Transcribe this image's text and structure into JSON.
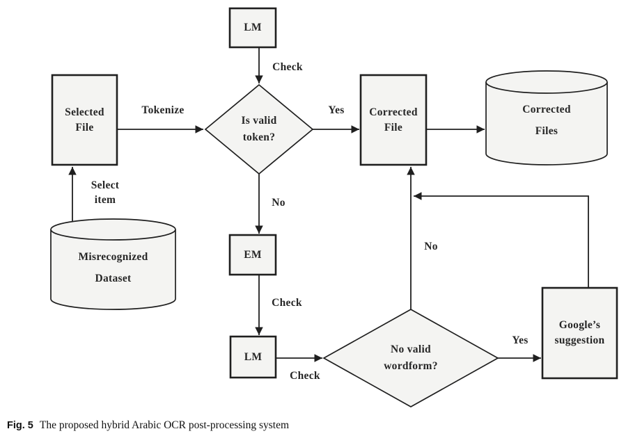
{
  "figure_caption": {
    "tag": "Fig. 5",
    "text": "The proposed hybrid Arabic OCR post-processing system"
  },
  "colors": {
    "node_fill": "#f4f4f2",
    "line": "#1f1f1f",
    "text": "#262626",
    "background": "#ffffff"
  },
  "nodes": {
    "lm_top": {
      "label": "LM",
      "shape": "process"
    },
    "selected_file": {
      "label": "Selected\nFile",
      "shape": "process"
    },
    "is_valid_token": {
      "label": "Is valid\ntoken?",
      "shape": "decision"
    },
    "corrected_file": {
      "label": "Corrected\nFile",
      "shape": "process"
    },
    "corrected_files": {
      "label": "Corrected\nFiles",
      "shape": "datastore"
    },
    "misrecognized_dataset": {
      "label": "Misrecognized\nDataset",
      "shape": "datastore"
    },
    "em": {
      "label": "EM",
      "shape": "process"
    },
    "lm_bottom": {
      "label": "LM",
      "shape": "process"
    },
    "no_valid_wordform": {
      "label": "No valid\nwordform?",
      "shape": "decision"
    },
    "google_suggestion": {
      "label": "Google’s\nsuggestion",
      "shape": "process"
    }
  },
  "edges": {
    "check_top": {
      "from": "lm_top",
      "to": "is_valid_token",
      "label": "Check"
    },
    "tokenize": {
      "from": "selected_file",
      "to": "is_valid_token",
      "label": "Tokenize"
    },
    "yes_top": {
      "from": "is_valid_token",
      "to": "corrected_file",
      "label": "Yes"
    },
    "store": {
      "from": "corrected_file",
      "to": "corrected_files",
      "label": ""
    },
    "select_item": {
      "from": "misrecognized_dataset",
      "to": "selected_file",
      "label": "Select\nitem"
    },
    "no_top": {
      "from": "is_valid_token",
      "to": "em",
      "label": "No"
    },
    "check_mid": {
      "from": "em",
      "to": "lm_bottom",
      "label": "Check"
    },
    "check_bottom": {
      "from": "lm_bottom",
      "to": "no_valid_wordform",
      "label": "Check"
    },
    "yes_bottom": {
      "from": "no_valid_wordform",
      "to": "google_suggestion",
      "label": "Yes"
    },
    "no_return": {
      "from": "no_valid_wordform",
      "to": "corrected_file",
      "label": "No"
    },
    "google_return": {
      "from": "google_suggestion",
      "to": "no_return_line",
      "label": ""
    }
  }
}
